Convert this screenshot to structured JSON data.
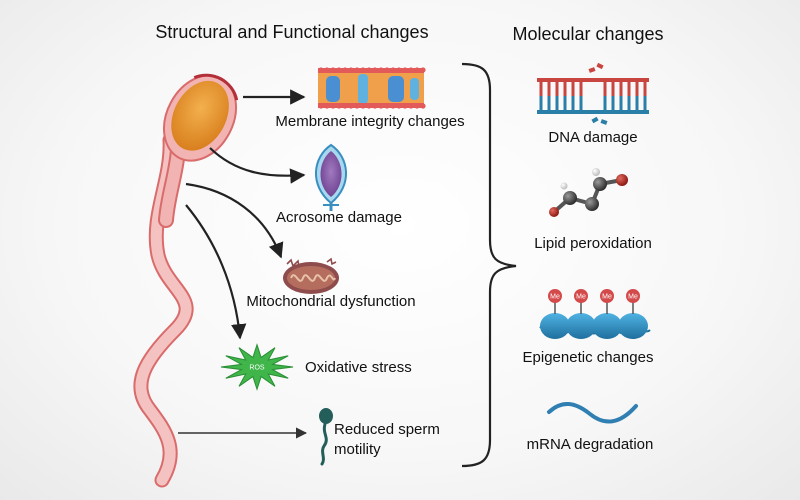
{
  "headings": {
    "structural": "Structural and Functional changes",
    "molecular": "Molecular changes"
  },
  "structural_changes": [
    {
      "label": "Membrane integrity changes",
      "icon": "membrane-icon"
    },
    {
      "label": "Acrosome damage",
      "icon": "acrosome-icon"
    },
    {
      "label": "Mitochondrial dysfunction",
      "icon": "mitochondria-icon"
    },
    {
      "label": "Oxidative stress",
      "icon": "ros-burst-icon",
      "badge": "ROS"
    },
    {
      "label_line1": "Reduced sperm",
      "label_line2": "motility",
      "icon": "small-sperm-icon"
    }
  ],
  "molecular_changes": [
    {
      "label": "DNA damage",
      "icon": "dna-damage-icon"
    },
    {
      "label": "Lipid peroxidation",
      "icon": "lipid-molecule-icon"
    },
    {
      "label": "Epigenetic changes",
      "icon": "methylated-nucleosome-icon",
      "marks": [
        "Me",
        "Me",
        "Me",
        "Me"
      ]
    },
    {
      "label": "mRNA degradation",
      "icon": "mrna-strand-icon"
    }
  ],
  "colors": {
    "sperm_head": "#e8962b",
    "sperm_tail": "#f2b3b3",
    "sperm_outline": "#d96b6b",
    "acrosome": "#8a5aa6",
    "ros": "#3fb54a",
    "dna_red": "#c9453f",
    "dna_blue": "#2a7fa8",
    "nucleosome": "#2b8fc4",
    "methyl": "#d44a4a",
    "mrna": "#2f7fb3"
  }
}
